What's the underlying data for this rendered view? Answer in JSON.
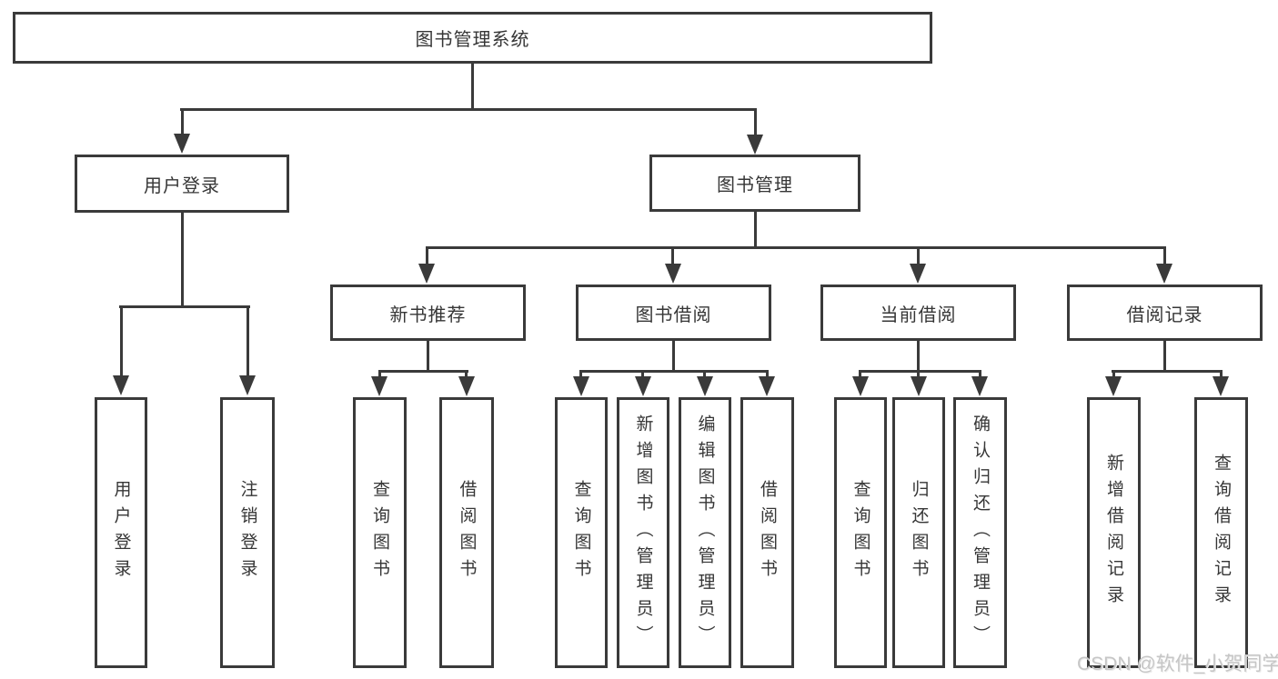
{
  "diagram_title": "图书管理系统",
  "nodes": {
    "root": "图书管理系统",
    "user_login": "用户登录",
    "book_mgmt": "图书管理",
    "new_books": "新书推荐",
    "book_borrow": "图书借阅",
    "current_borrow": "当前借阅",
    "borrow_records": "借阅记录",
    "leaf_user_login": "用户登录",
    "leaf_logout": "注销登录",
    "nb_query_books": "查询图书",
    "nb_borrow_books": "借阅图书",
    "bb_query_books": "查询图书",
    "bb_add_books": "新增图书（管理员）",
    "bb_edit_books": "编辑图书（管理员）",
    "bb_borrow_books": "借阅图书",
    "cb_query_books": "查询图书",
    "cb_return_books": "归还图书",
    "cb_confirm_return": "确认归还（管理员）",
    "br_add_record": "新增借阅记录",
    "br_query_record": "查询借阅记录"
  },
  "watermark": "CSDN @软件_小贺同学",
  "colors": {
    "line": "#3a3a3a",
    "text": "#363636",
    "watermark": "#c6c6c6",
    "background": "#ffffff"
  }
}
